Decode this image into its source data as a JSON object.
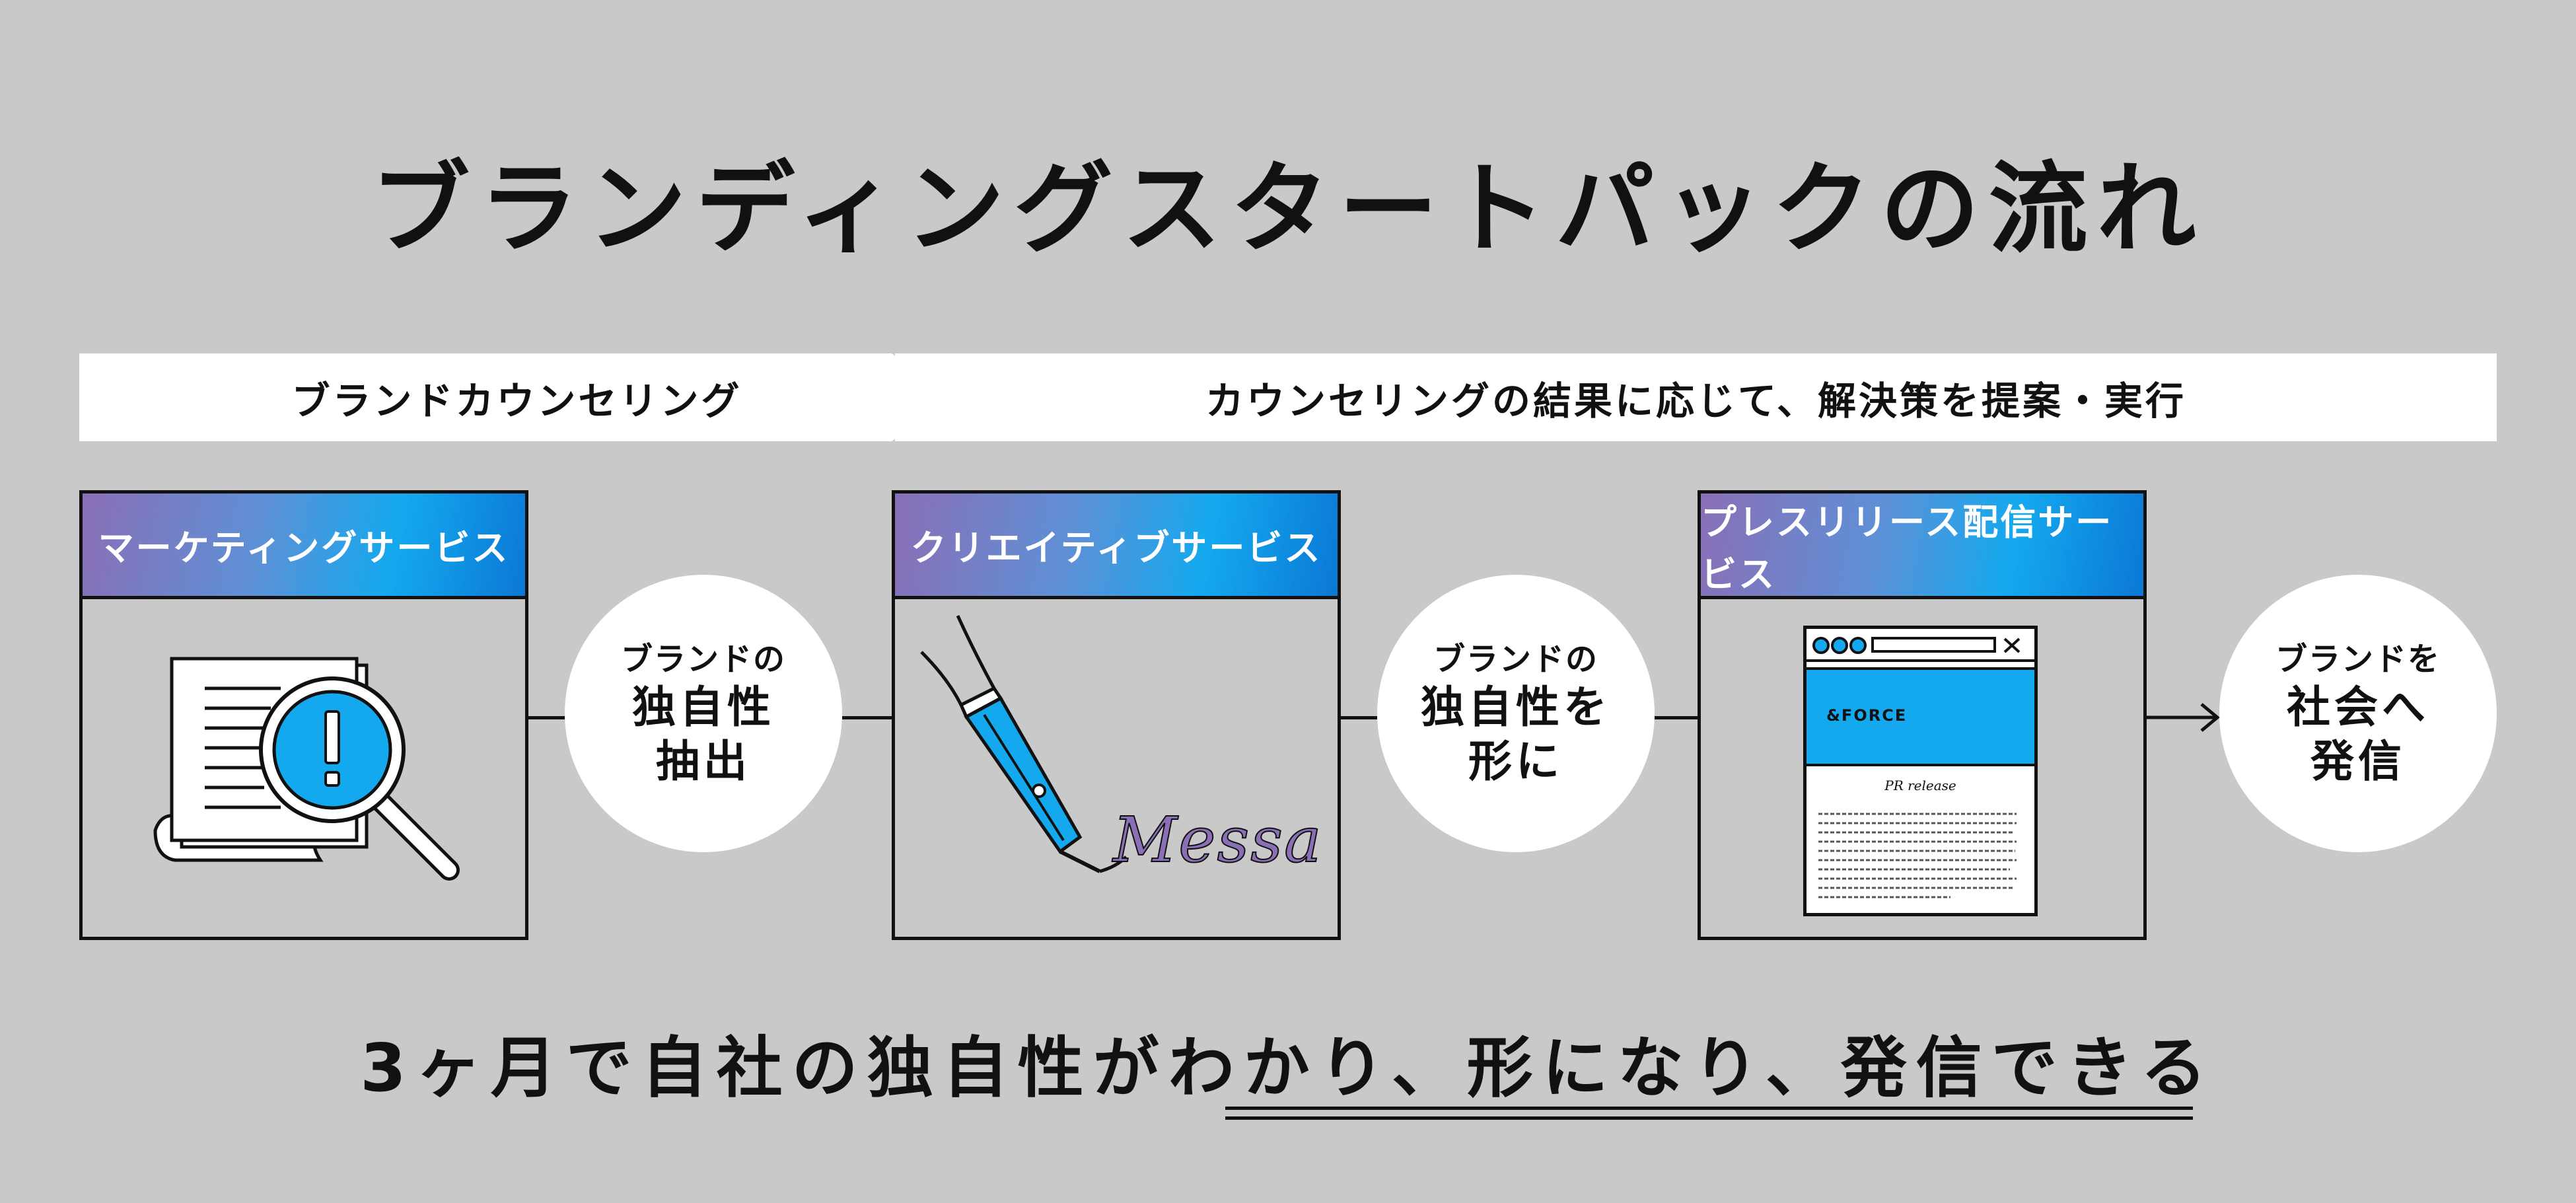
{
  "title": "ブランディングスタートパックの流れ",
  "phases": {
    "counseling": "ブランドカウンセリング",
    "execution": "カウンセリングの結果に応じて、解決策を提案・実行"
  },
  "services": [
    {
      "label": "マーケティングサービス",
      "icon": "magnifier-document-icon"
    },
    {
      "label": "クリエイティブサービス",
      "icon": "fountain-pen-icon"
    },
    {
      "label": "プレスリリース配信サービス",
      "icon": "press-release-window-icon"
    }
  ],
  "illustration_text": {
    "pen_script": "Messa",
    "brand": "&FORCE",
    "doc_title": "PR release"
  },
  "outcomes": [
    {
      "line1": "ブランドの",
      "line2": "独自性",
      "line3": "抽出"
    },
    {
      "line1": "ブランドの",
      "line2": "独自性を",
      "line3": "形に"
    },
    {
      "line1": "ブランドを",
      "line2": "社会へ",
      "line3": "発信"
    }
  ],
  "summary": {
    "part1": "3ヶ月で自社の独自性が",
    "part2": "わかり、形になり、発信できる"
  },
  "colors": {
    "background": "#c9c9c9",
    "accent_blue": "#14a9ee",
    "accent_purple": "#8a6fb6"
  }
}
